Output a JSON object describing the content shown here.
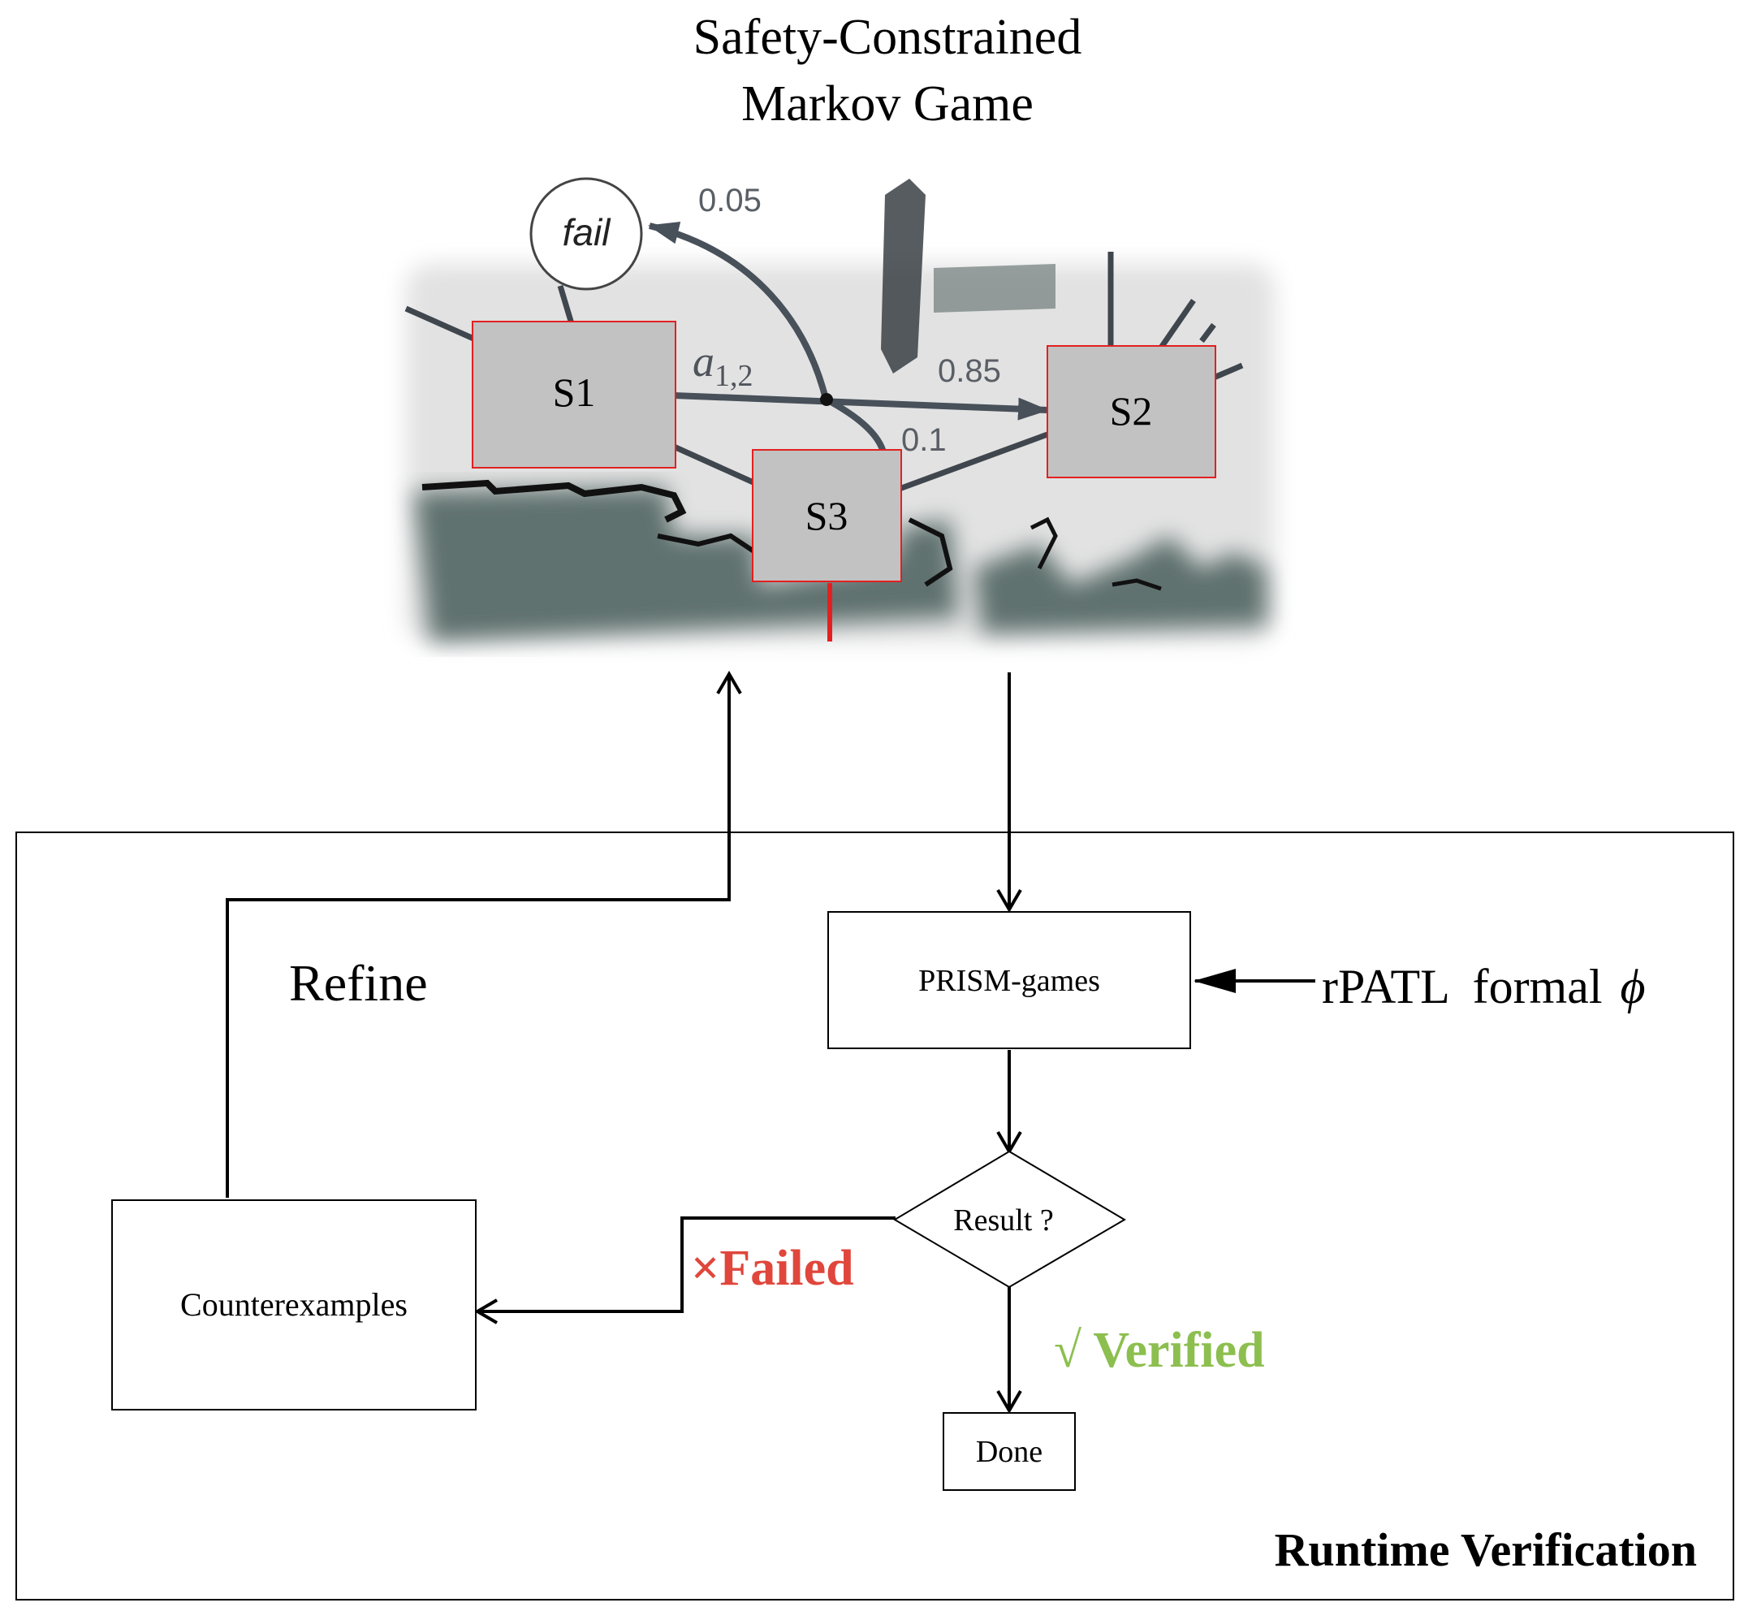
{
  "title": {
    "line1": "Safety-Constrained",
    "line2": "Markov Game"
  },
  "game": {
    "states": {
      "s1": "S1",
      "s2": "S2",
      "s3": "S3",
      "fail": "fail"
    },
    "action_label": {
      "base": "a",
      "subscript": "1,2"
    },
    "probabilities": {
      "to_fail": "0.05",
      "to_s2": "0.85",
      "to_s3": "0.1"
    }
  },
  "flow": {
    "prism": "PRISM-games",
    "decision": "Result ?",
    "counterexamples": "Counterexamples",
    "done": "Done",
    "refine": "Refine",
    "formula": "rPATL  formal",
    "formula_symbol": "ϕ",
    "failed": "×Failed",
    "verified": "√ Verified",
    "container_label": "Runtime Verification"
  },
  "colors": {
    "failed": "#e0463b",
    "verified": "#8cbf4f",
    "state_border": "#e32020",
    "state_fill": "#c2c2c2",
    "map_background": "#e2e2e2",
    "map_obstacle": "#5d706d",
    "map_edge": "#3f464d",
    "map_label": "#5a5f66"
  }
}
